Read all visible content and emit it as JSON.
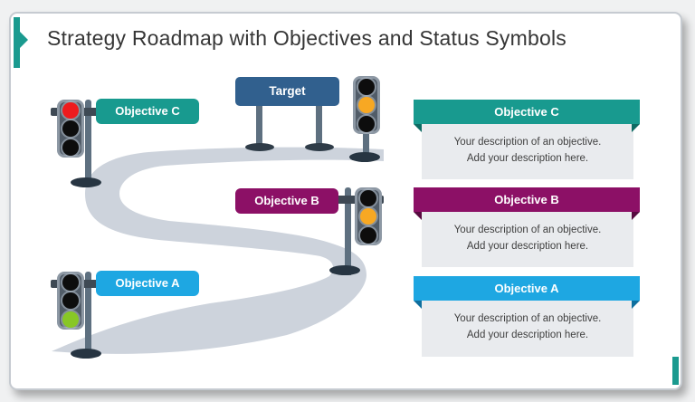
{
  "slide": {
    "title": "Strategy Roadmap with Objectives and Status Symbols",
    "accent_color": "#1a9a8f",
    "background": "#ffffff"
  },
  "roadmap": {
    "road_color": "#cdd3dc",
    "target": {
      "label": "Target",
      "sign_color": "#31608e",
      "status": "amber"
    },
    "milestones": [
      {
        "label": "Objective C",
        "sign_color": "#189a8f",
        "status": "red"
      },
      {
        "label": "Objective B",
        "sign_color": "#8c1066",
        "status": "amber"
      },
      {
        "label": "Objective A",
        "sign_color": "#1ea7e2",
        "status": "green"
      }
    ],
    "status_colors": {
      "red": "#ee1b1e",
      "amber": "#f7a823",
      "green": "#88c726",
      "off": "#0d0d0d"
    }
  },
  "panel": {
    "cards": [
      {
        "title": "Objective C",
        "color": "#189a8f",
        "fold_color": "#0d6b63",
        "line1": "Your description of an objective.",
        "line2": "Add your description here."
      },
      {
        "title": "Objective B",
        "color": "#8c1066",
        "fold_color": "#570a40",
        "line1": "Your description of an objective.",
        "line2": "Add your description here."
      },
      {
        "title": "Objective A",
        "color": "#1ea7e2",
        "fold_color": "#0f6f9e",
        "line1": "Your description of an objective.",
        "line2": "Add your description here."
      }
    ]
  }
}
